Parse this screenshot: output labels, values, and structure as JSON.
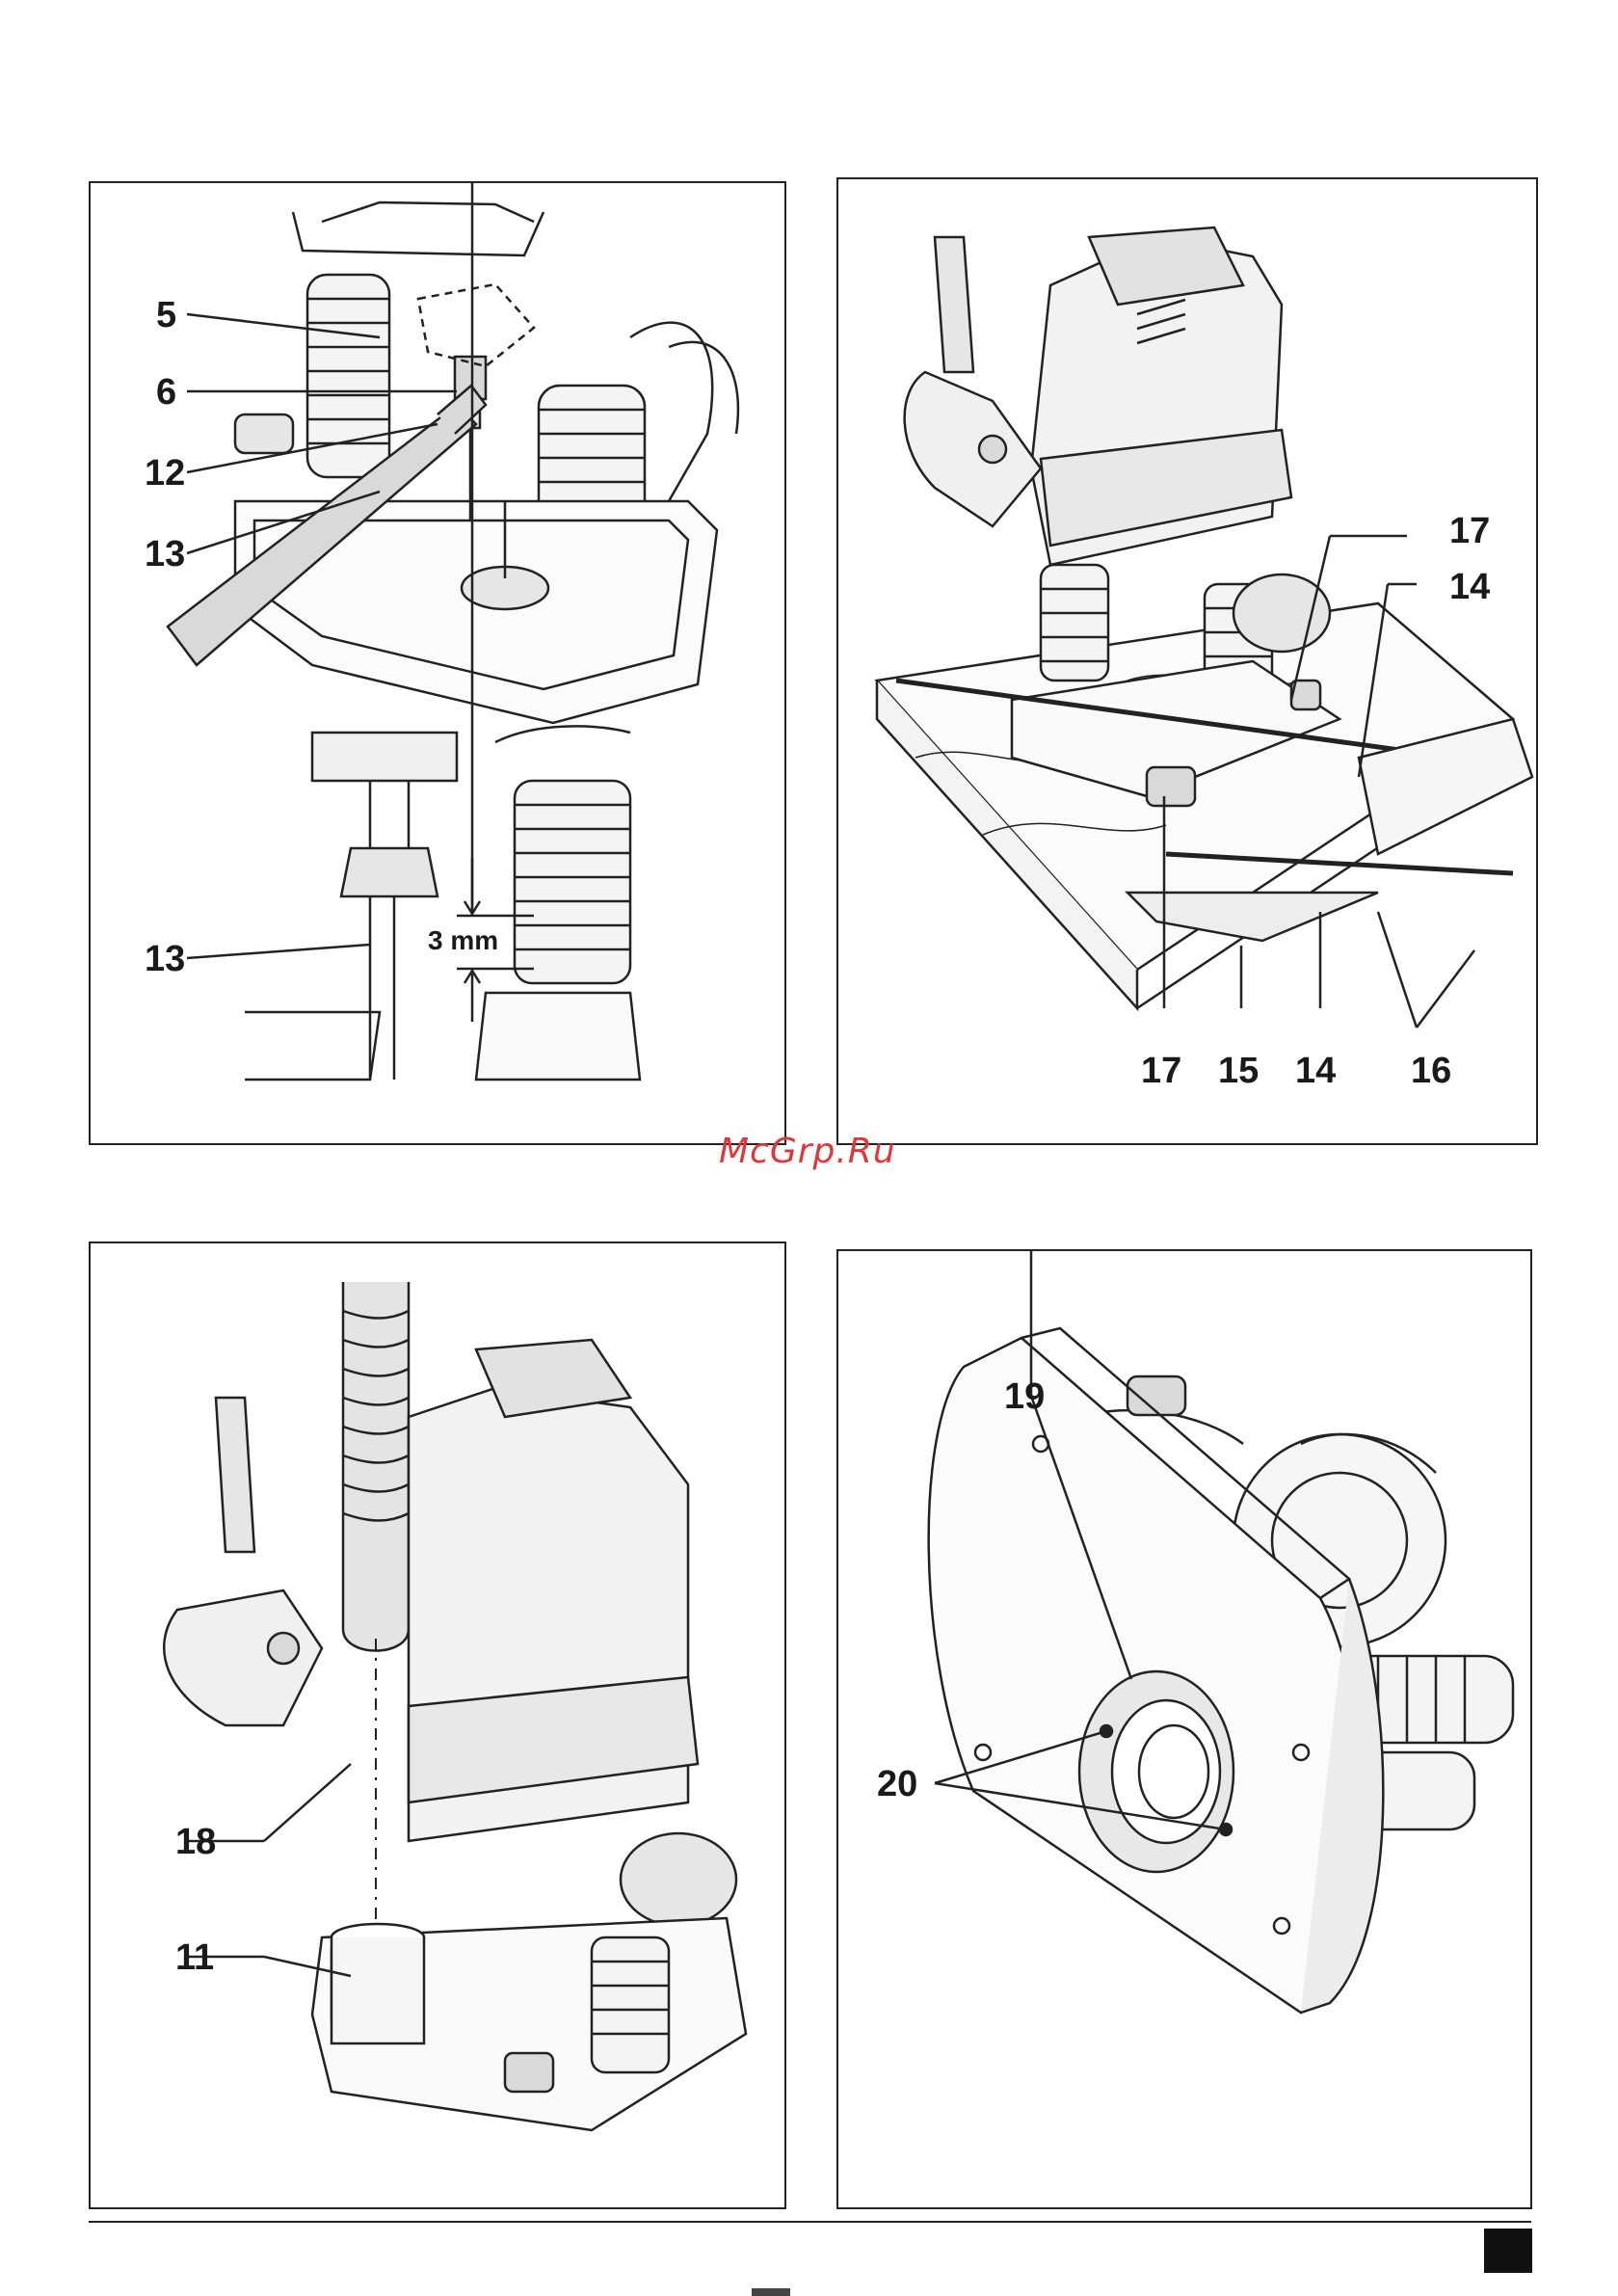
{
  "watermark": "McGrp.Ru",
  "fig_top_left": {
    "labels": [
      "5",
      "6",
      "12",
      "13"
    ],
    "label_bottom": "13",
    "dimension": "3 mm"
  },
  "fig_top_right": {
    "labels": [
      "17",
      "14",
      "17",
      "15",
      "14",
      "16"
    ]
  },
  "fig_bottom_left": {
    "labels": [
      "18",
      "11"
    ]
  },
  "fig_bottom_right": {
    "labels": [
      "19",
      "20"
    ]
  },
  "colors": {
    "line": "#222222",
    "watermark": "#e03838",
    "fill": "#d9d9d9"
  }
}
